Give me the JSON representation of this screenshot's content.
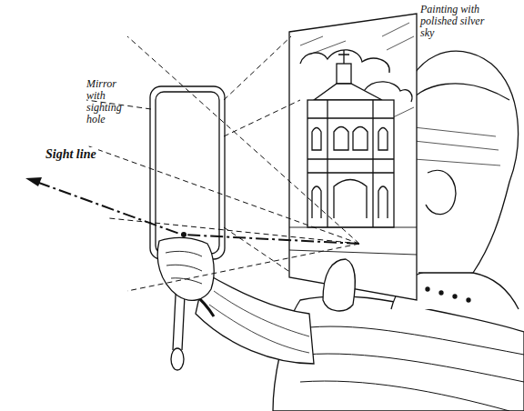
{
  "diagram": {
    "labels": [
      "Mirror with sighting hole",
      "Painting with polished silver sky",
      "Sight line"
    ]
  }
}
